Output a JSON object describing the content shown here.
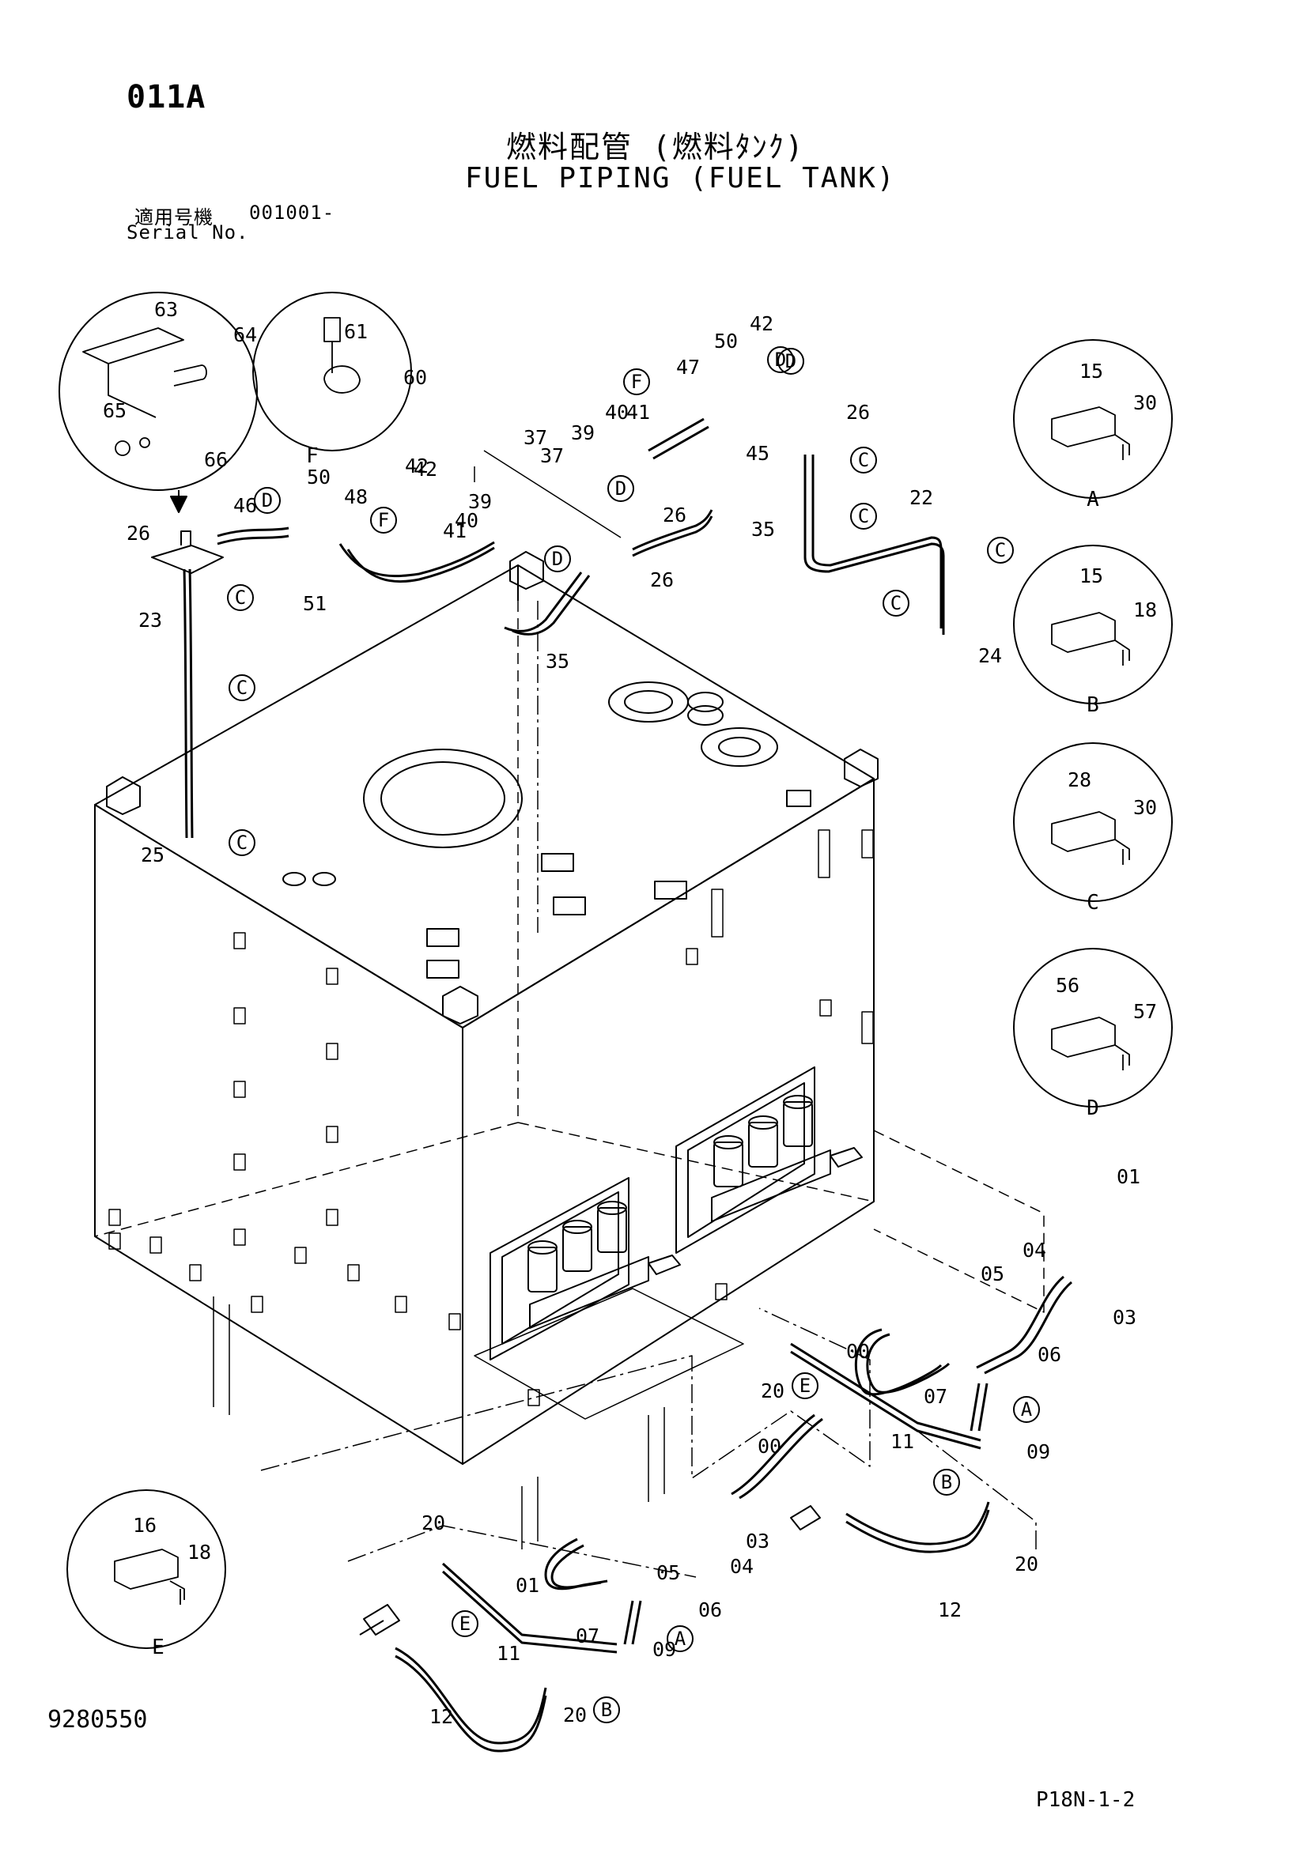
{
  "header": {
    "page_code": "011A",
    "title_ja": "燃料配管 (燃料ﾀﾝｸ)",
    "title_en": "FUEL PIPING (FUEL TANK)",
    "serial_label_ja": "適用号機",
    "serial_value": "001001-",
    "serial_label_en": "Serial No."
  },
  "footer": {
    "drawing_number": "9280550",
    "page_reference": "P18N-1-2"
  },
  "details": [
    {
      "id": "detail-E-top",
      "letter": "",
      "parts": [
        "63",
        "64",
        "65",
        "66"
      ]
    },
    {
      "id": "detail-F",
      "letter": "F",
      "parts": [
        "61",
        "60"
      ]
    },
    {
      "id": "detail-A",
      "letter": "A",
      "parts": [
        "15",
        "30"
      ]
    },
    {
      "id": "detail-B",
      "letter": "B",
      "parts": [
        "15",
        "18"
      ]
    },
    {
      "id": "detail-C",
      "letter": "C",
      "parts": [
        "28",
        "30"
      ]
    },
    {
      "id": "detail-D",
      "letter": "D",
      "parts": [
        "56",
        "57"
      ]
    },
    {
      "id": "detail-E",
      "letter": "E",
      "parts": [
        "16",
        "18"
      ]
    }
  ],
  "labels": [
    "63",
    "64",
    "65",
    "66",
    "61",
    "60",
    "15",
    "30",
    "15",
    "18",
    "28",
    "30",
    "56",
    "57",
    "16",
    "18",
    "42",
    "50",
    "47",
    "26",
    "45",
    "22",
    "24",
    "42",
    "37",
    "39",
    "40",
    "41",
    "37",
    "39",
    "40",
    "41",
    "42",
    "26",
    "35",
    "26",
    "48",
    "46",
    "50",
    "51",
    "26",
    "23",
    "25",
    "35",
    "01",
    "04",
    "05",
    "03",
    "00",
    "06",
    "20",
    "07",
    "11",
    "09",
    "00",
    "03",
    "04",
    "05",
    "06",
    "20",
    "12",
    "20",
    "01",
    "07",
    "11",
    "09",
    "12",
    "20"
  ],
  "callouts": [
    "A",
    "B",
    "C",
    "D",
    "E",
    "F"
  ]
}
